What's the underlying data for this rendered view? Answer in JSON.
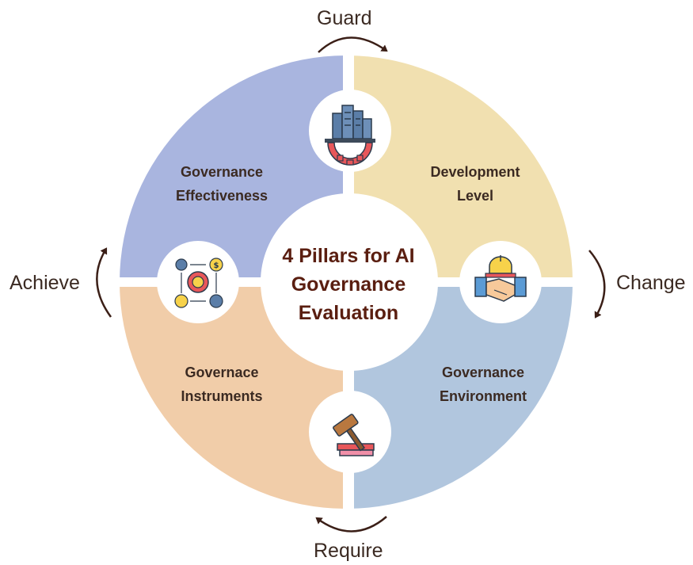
{
  "center_title": {
    "line1": "4 Pillars for AI",
    "line2": "Governance",
    "line3": "Evaluation"
  },
  "quadrants": [
    {
      "id": "top-left",
      "line1": "Governance",
      "line2": "Effectiveness",
      "color": "#a9b5df",
      "icon": "settings-dollar-target-icon"
    },
    {
      "id": "top-right",
      "line1": "Development",
      "line2": "Level",
      "color": "#f1e0b0",
      "icon": "city-gear-icon"
    },
    {
      "id": "bottom-left",
      "line1": "Governace",
      "line2": "Instruments",
      "color": "#f1cda9",
      "icon": "gavel-books-icon"
    },
    {
      "id": "bottom-right",
      "line1": "Governance",
      "line2": "Environment",
      "color": "#b1c6de",
      "icon": "handshake-capitol-icon"
    }
  ],
  "cycle_labels": {
    "top": "Guard",
    "right": "Change",
    "bottom": "Require",
    "left": "Achieve"
  },
  "colors": {
    "arrow": "#3b1f17",
    "text": "#3b2a22",
    "center_text": "#5a1e10"
  }
}
